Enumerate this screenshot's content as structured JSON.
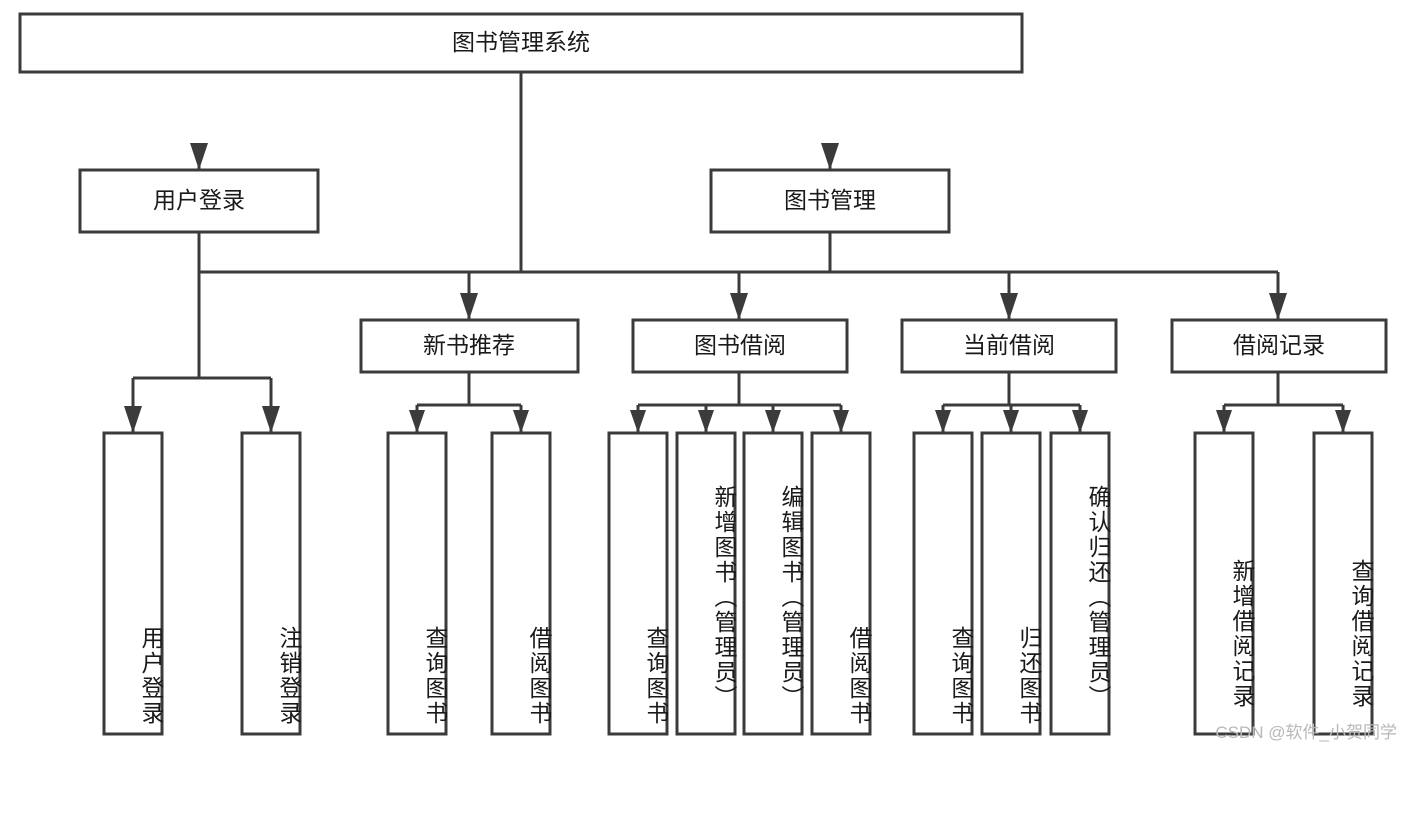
{
  "diagram": {
    "title": "图书管理系统",
    "type": "hierarchy-tree",
    "watermark": "CSDN @软件_小贺同学",
    "colors": {
      "box_stroke": "#3b3b3b",
      "box_fill": "#ffffff",
      "text": "#1a1a1a",
      "watermark": "#b8b8b8",
      "background": "#ffffff"
    },
    "levels": {
      "root": {
        "label": "图书管理系统"
      },
      "level1": [
        {
          "label": "用户登录"
        },
        {
          "label": "图书管理"
        }
      ],
      "level2": [
        {
          "label": "新书推荐"
        },
        {
          "label": "图书借阅"
        },
        {
          "label": "当前借阅"
        },
        {
          "label": "借阅记录"
        }
      ],
      "leaves": {
        "user_login": [
          {
            "label": "用户登录"
          },
          {
            "label": "注销登录"
          }
        ],
        "new_book_recommend": [
          {
            "label": "查询图书"
          },
          {
            "label": "借阅图书"
          }
        ],
        "book_borrow": [
          {
            "label": "查询图书"
          },
          {
            "label": "新增图书（管理员）"
          },
          {
            "label": "编辑图书（管理员）"
          },
          {
            "label": "借阅图书"
          }
        ],
        "current_borrow": [
          {
            "label": "查询图书"
          },
          {
            "label": "归还图书"
          },
          {
            "label": "确认归还（管理员）"
          }
        ],
        "borrow_record": [
          {
            "label": "新增借阅记录"
          },
          {
            "label": "查询借阅记录"
          }
        ]
      }
    }
  }
}
